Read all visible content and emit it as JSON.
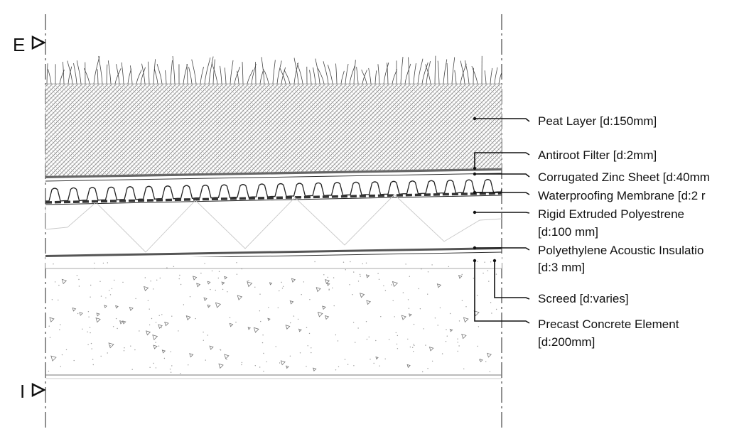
{
  "markers": {
    "exterior": "E",
    "interior": "I"
  },
  "layers": [
    {
      "id": "peat",
      "label_lines": [
        "Peat Layer [d:150mm]"
      ]
    },
    {
      "id": "antiroot",
      "label_lines": [
        "Antiroot Filter [d:2mm]"
      ]
    },
    {
      "id": "zinc",
      "label_lines": [
        "Corrugated Zinc Sheet [d:40mm"
      ]
    },
    {
      "id": "membrane",
      "label_lines": [
        "Waterproofing Membrane [d:2 r"
      ]
    },
    {
      "id": "xps",
      "label_lines": [
        "Rigid Extruded Polyestrene",
        "[d:100 mm]"
      ]
    },
    {
      "id": "pe",
      "label_lines": [
        "Polyethylene Acoustic Insulatio",
        "[d:3 mm]"
      ]
    },
    {
      "id": "screed",
      "label_lines": [
        "Screed [d:varies]"
      ]
    },
    {
      "id": "concrete",
      "label_lines": [
        "Precast Concrete Element",
        "[d:200mm]"
      ]
    }
  ]
}
